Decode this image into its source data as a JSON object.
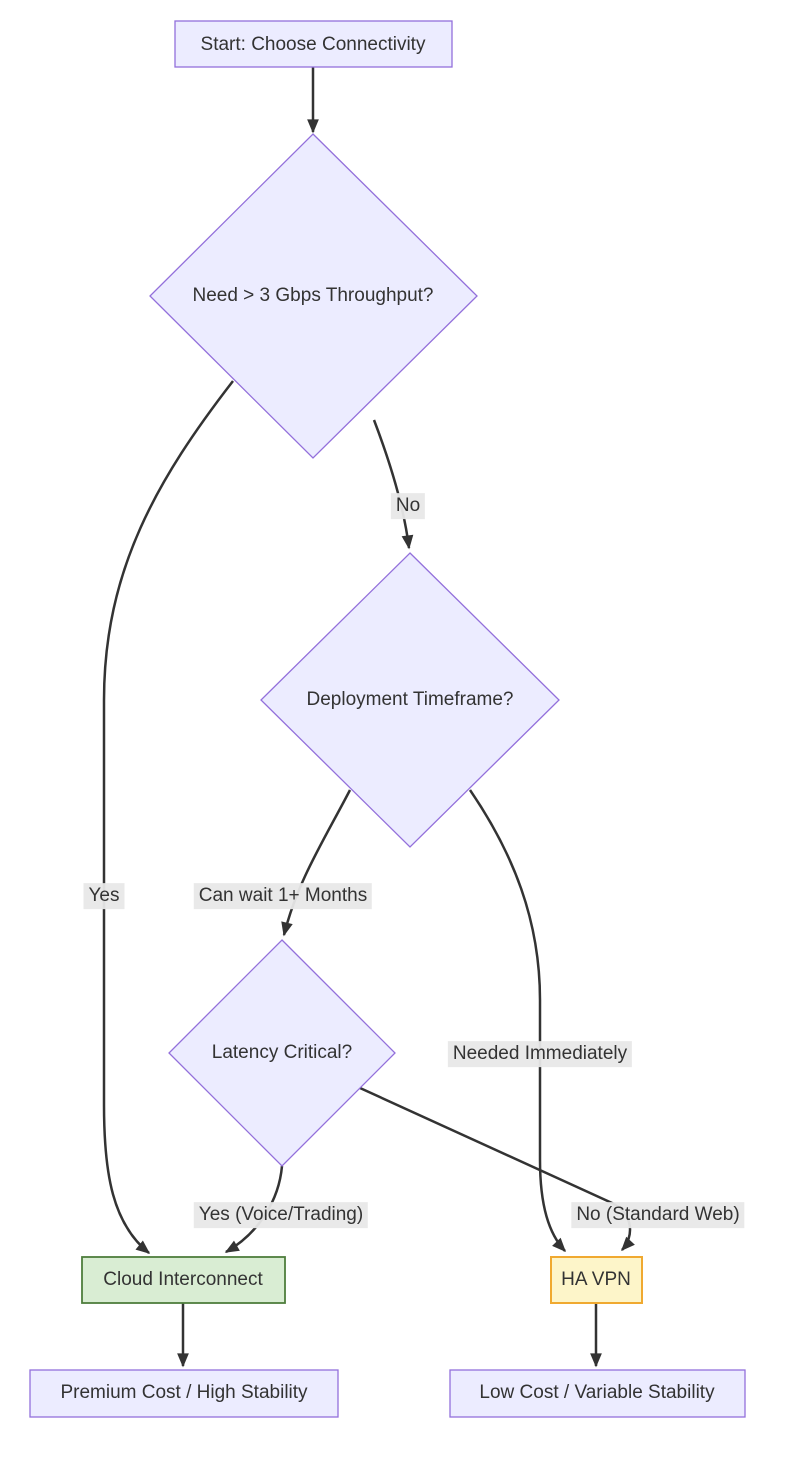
{
  "diagram": {
    "type": "flowchart",
    "direction": "top-down",
    "title": "Choose Connectivity decision flowchart",
    "nodes": [
      {
        "id": "start",
        "shape": "rect",
        "variant": "default",
        "label": "Start: Choose Connectivity"
      },
      {
        "id": "throughput",
        "shape": "diamond",
        "variant": "default",
        "label": "Need > 3 Gbps Throughput?"
      },
      {
        "id": "timeframe",
        "shape": "diamond",
        "variant": "default",
        "label": "Deployment Timeframe?"
      },
      {
        "id": "latency",
        "shape": "diamond",
        "variant": "default",
        "label": "Latency Critical?"
      },
      {
        "id": "interconnect",
        "shape": "rect",
        "variant": "green",
        "label": "Cloud Interconnect"
      },
      {
        "id": "havpn",
        "shape": "rect",
        "variant": "yellow",
        "label": "HA VPN"
      },
      {
        "id": "premium",
        "shape": "rect",
        "variant": "default",
        "label": "Premium Cost / High Stability"
      },
      {
        "id": "lowcost",
        "shape": "rect",
        "variant": "default",
        "label": "Low Cost / Variable Stability"
      }
    ],
    "edges": [
      {
        "from": "start",
        "to": "throughput",
        "label": ""
      },
      {
        "from": "throughput",
        "to": "interconnect",
        "label": "Yes"
      },
      {
        "from": "throughput",
        "to": "timeframe",
        "label": "No"
      },
      {
        "from": "timeframe",
        "to": "latency",
        "label": "Can wait 1+ Months"
      },
      {
        "from": "timeframe",
        "to": "havpn",
        "label": "Needed Immediately"
      },
      {
        "from": "latency",
        "to": "interconnect",
        "label": "Yes (Voice/Trading)"
      },
      {
        "from": "latency",
        "to": "havpn",
        "label": "No (Standard Web)"
      },
      {
        "from": "interconnect",
        "to": "premium",
        "label": ""
      },
      {
        "from": "havpn",
        "to": "lowcost",
        "label": ""
      }
    ],
    "colors": {
      "node_fill": "#ECECFF",
      "node_stroke": "#9370DB",
      "green_fill": "#d9edd3",
      "green_stroke": "#4e7e3c",
      "yellow_fill": "#fdf5c9",
      "yellow_stroke": "#f0a930",
      "edge_stroke": "#333333",
      "edge_label_bg": "#e8e8e8",
      "text": "#333333",
      "background": "#ffffff"
    }
  }
}
